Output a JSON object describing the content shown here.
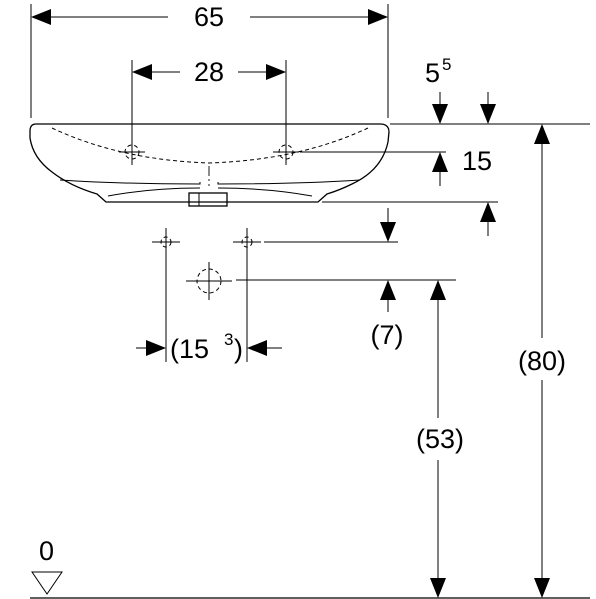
{
  "dimensions": {
    "overall_width": "65",
    "tap_hole_spacing": "28",
    "rim_offset_base": "5",
    "rim_offset_sup": "5",
    "tap_hole_depth": "15",
    "waste_drop": "(7)",
    "supply_spacing_base": "(15",
    "supply_spacing_sup": "3",
    "supply_spacing_close": ")",
    "waste_height": "(53)",
    "rim_height": "(80)",
    "floor_level": "0"
  }
}
